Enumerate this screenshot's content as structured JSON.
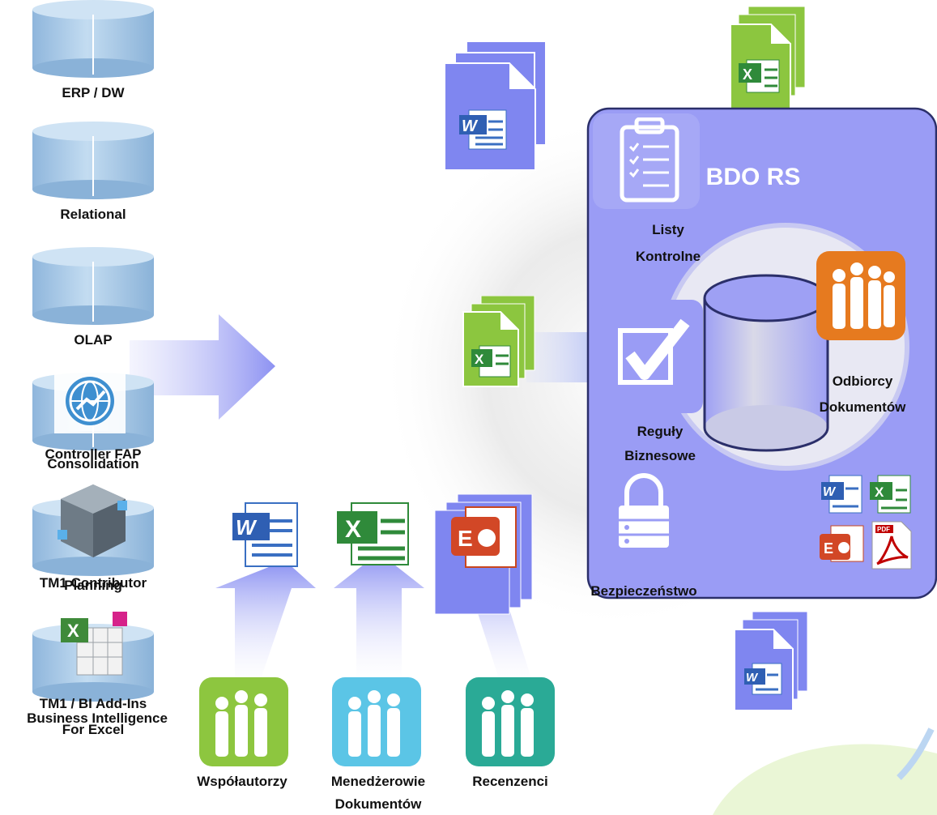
{
  "sources": [
    {
      "label": "ERP / DW"
    },
    {
      "label": "Relational"
    },
    {
      "label": "OLAP"
    },
    {
      "label_a": "Controller FAP",
      "label_b": "Consolidation"
    },
    {
      "label_a": "TM1 Contributor",
      "label_b": "Planning"
    },
    {
      "label_a": "TM1 / BI Add-Ins",
      "label_b": "Business Intelligence",
      "label_c": "For Excel"
    }
  ],
  "system": {
    "title": "BDO RS",
    "checklists": "Listy\nKontrolne",
    "checklists_a": "Listy",
    "checklists_b": "Kontrolne",
    "rules_a": "Reguły",
    "rules_b": "Biznesowe",
    "recipients_a": "Odbiorcy",
    "recipients_b": "Dokumentów",
    "security": "Bezpieczeństwo"
  },
  "roles": [
    {
      "label": "Współautorzy",
      "color": "#8dc63f"
    },
    {
      "label_a": "Menedżerowie",
      "label_b": "Dokumentów",
      "color": "#5bc5e6"
    },
    {
      "label": "Recenzenci",
      "color": "#2aaa96"
    }
  ],
  "icons": {
    "word": "word-doc-icon",
    "excel": "excel-doc-icon",
    "powerpoint": "powerpoint-doc-icon",
    "pdf": "pdf-doc-icon"
  },
  "pdf_text": "PDF",
  "colors": {
    "panel": "#9a9cf5",
    "panel_border": "#2b2f6a",
    "cylinder": "#a9cbe6",
    "doc_blue": "#7f86f0",
    "doc_green": "#8cc63f",
    "orange": "#e67a1f"
  }
}
